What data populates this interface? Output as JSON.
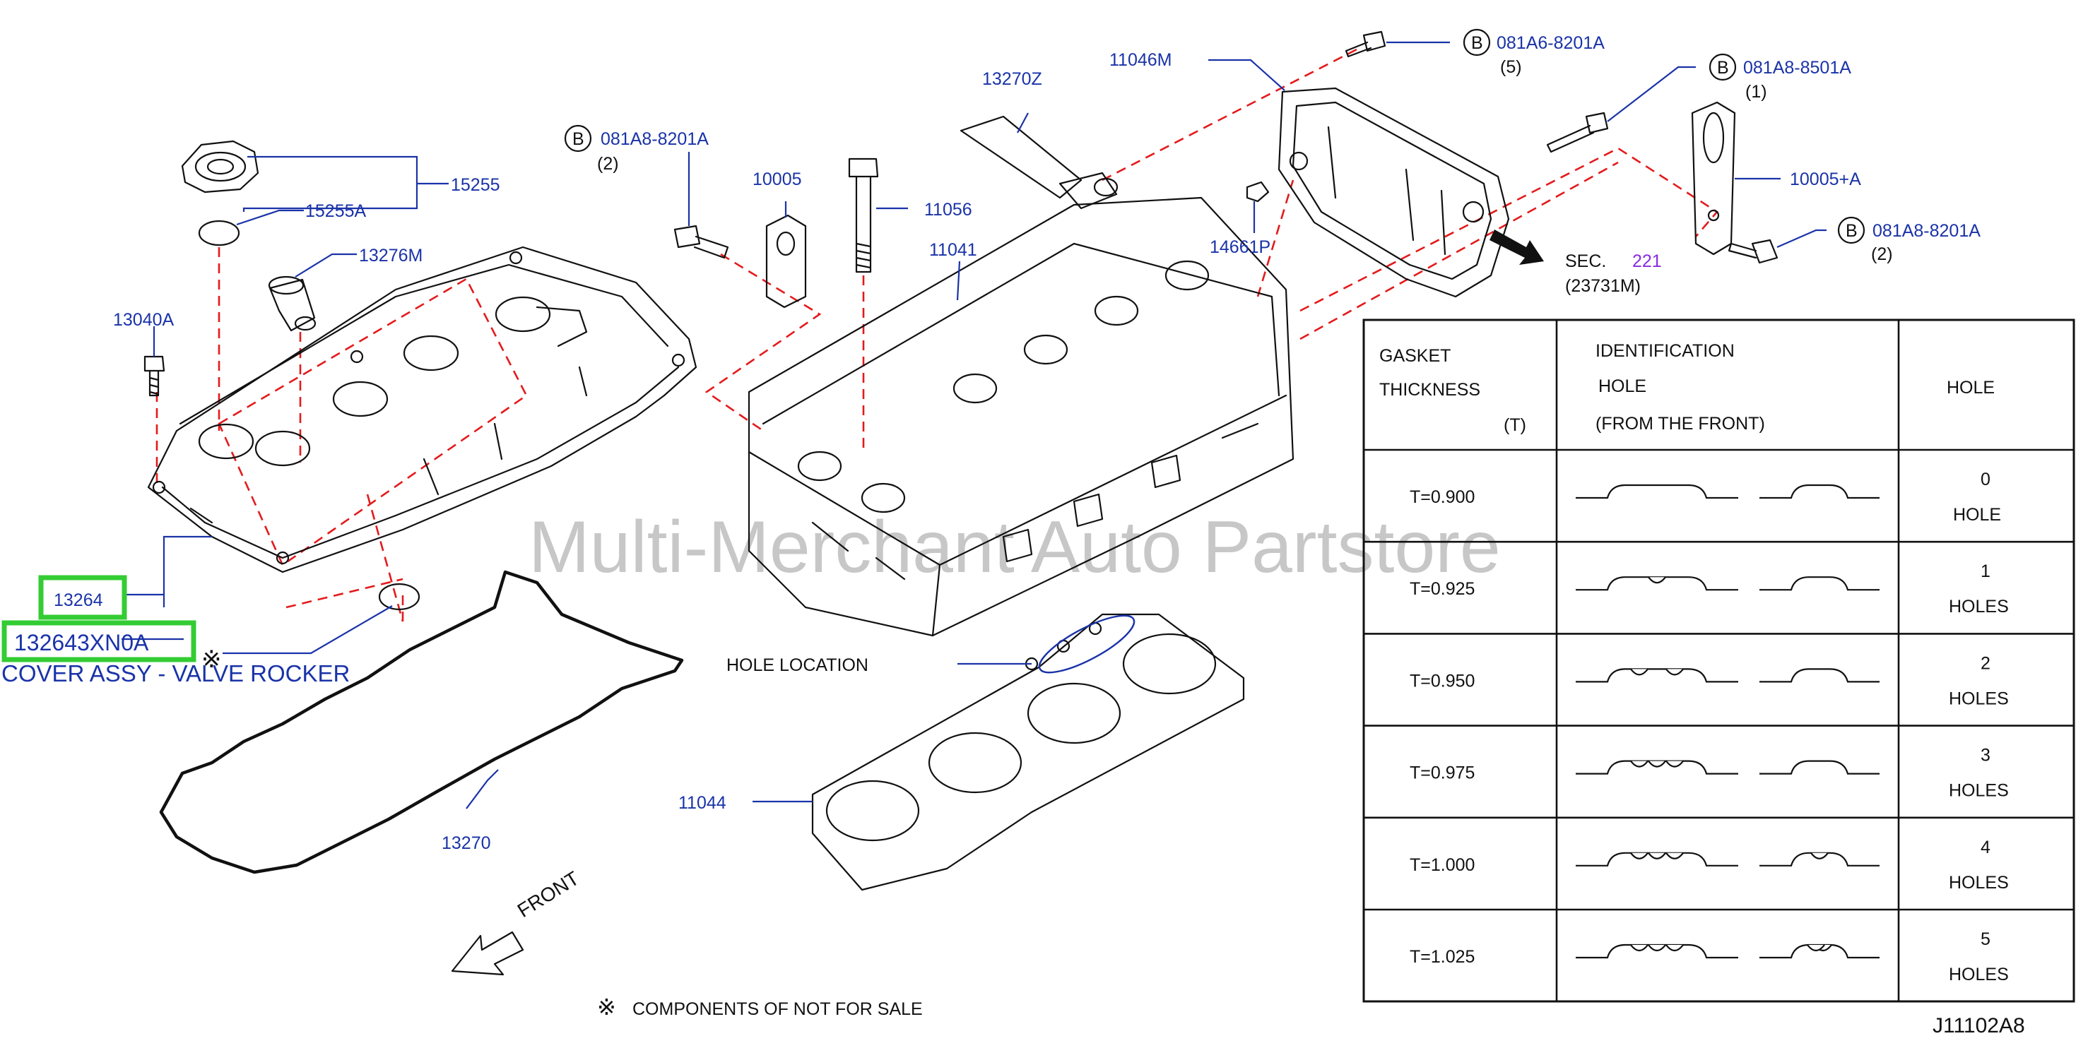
{
  "colors": {
    "part_label": "#1a33a8",
    "leader": "#1a33a8",
    "dashed_guide": "#e41a1c",
    "highlight": "#33cc33",
    "sec_number": "#8a2be2",
    "watermark": "#9a9a9a"
  },
  "parts": {
    "p15255": "15255",
    "p15255A": "15255A",
    "p13276M": "13276M",
    "p13040A": "13040A",
    "p13264": "13264",
    "p132643XN0A": "132643XN0A",
    "cover_desc": "COVER ASSY - VALVE ROCKER",
    "p13270": "13270",
    "p13270Z": "13270Z",
    "p10005": "10005",
    "p11056": "11056",
    "p11041": "11041",
    "p11046M": "11046M",
    "p14661P": "14661P",
    "p10005A": "10005+A",
    "p11044": "11044",
    "bolt_081A8_8201A_left": "081A8-8201A",
    "qty_left": "(2)",
    "bolt_081A6_8201A": "081A6-8201A",
    "qty_081A6": "(5)",
    "bolt_081A8_8501A": "081A8-8501A",
    "qty_8501A": "(1)",
    "bolt_081A8_8201A_right": "081A8-8201A",
    "qty_right": "(2)",
    "bolt_marker": "B"
  },
  "sec_ref": {
    "prefix": "SEC.",
    "number": "221",
    "sub": "(23731M)"
  },
  "hole_location_label": "HOLE  LOCATION",
  "front_label": "FRONT",
  "note": {
    "symbol": "※",
    "text": "COMPONENTS  OF  NOT  FOR  SALE"
  },
  "nonsale_mark": "※",
  "watermark": "Multi-Merchant Auto Partstore",
  "diagram_code": "J11102A8",
  "table": {
    "header_col1_line1": "GASKET",
    "header_col1_line2": "THICKNESS",
    "header_col1_line3": "(T)",
    "header_col2_line1": "IDENTIFICATION",
    "header_col2_line2": "HOLE",
    "header_col2_line3": "(FROM   THE   FRONT)",
    "header_col3": "HOLE",
    "rows": [
      {
        "thickness": "T=0.900",
        "count": "0",
        "unit": "HOLE",
        "holes": 0
      },
      {
        "thickness": "T=0.925",
        "count": "1",
        "unit": "HOLES",
        "holes": 1
      },
      {
        "thickness": "T=0.950",
        "count": "2",
        "unit": "HOLES",
        "holes": 2
      },
      {
        "thickness": "T=0.975",
        "count": "3",
        "unit": "HOLES",
        "holes": 3
      },
      {
        "thickness": "T=1.000",
        "count": "4",
        "unit": "HOLES",
        "holes": 4
      },
      {
        "thickness": "T=1.025",
        "count": "5",
        "unit": "HOLES",
        "holes": 5
      }
    ]
  }
}
